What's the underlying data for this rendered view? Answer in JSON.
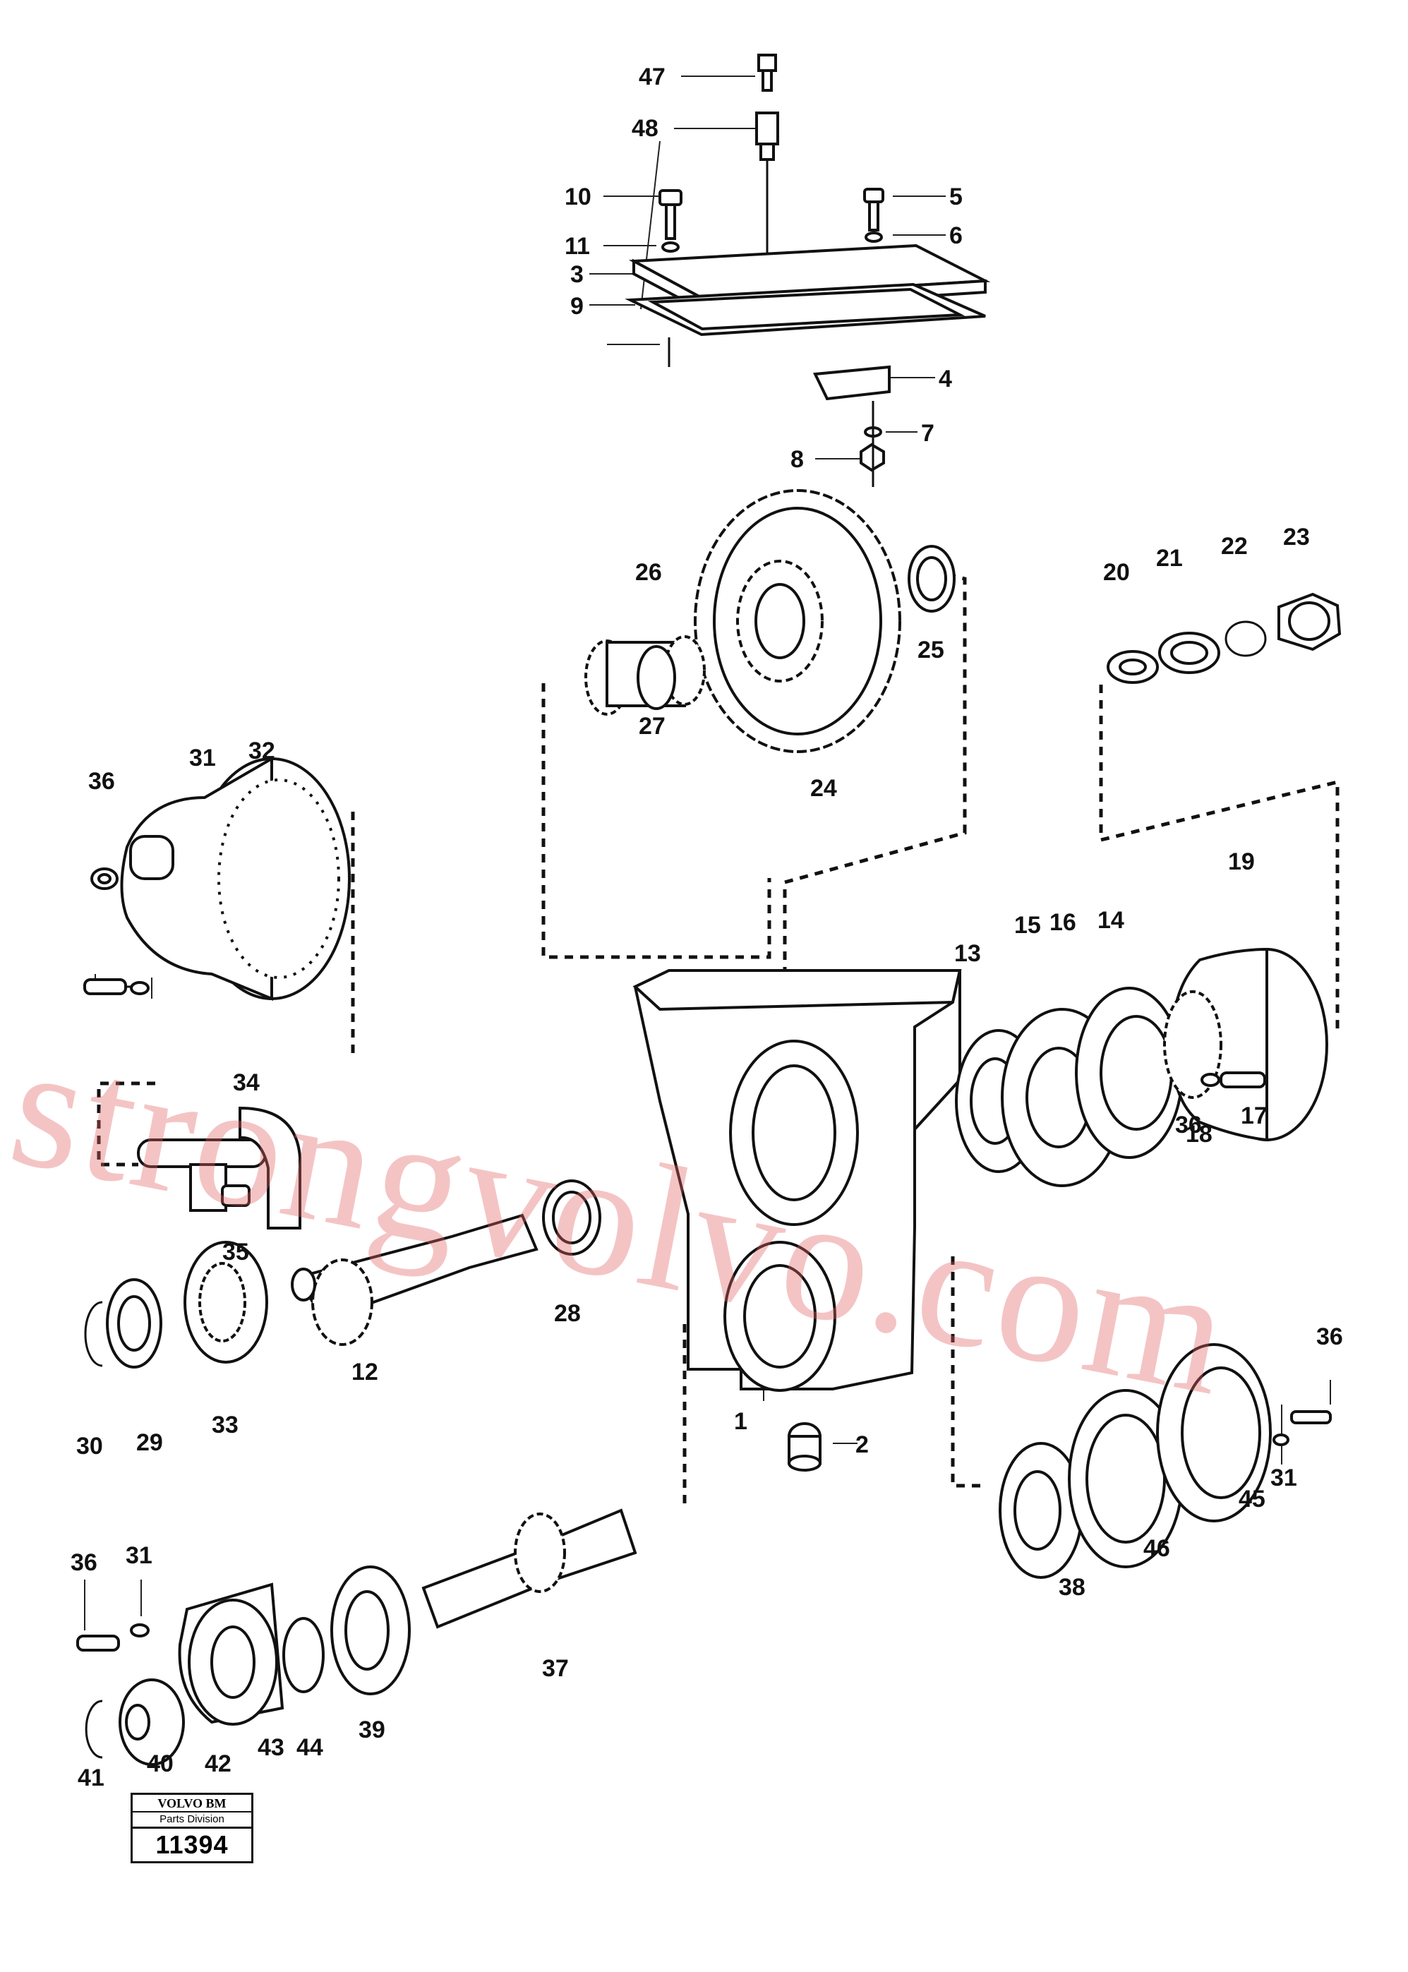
{
  "watermark": "strongvolvo.com",
  "logo": {
    "brand": "VOLVO BM",
    "subtitle": "Parts Division",
    "number": "11394"
  },
  "parts": [
    "47",
    "48",
    "10",
    "5",
    "11",
    "6",
    "3",
    "9",
    "4",
    "7",
    "8",
    "26",
    "25",
    "27",
    "24",
    "20",
    "21",
    "22",
    "23",
    "36",
    "31",
    "32",
    "19",
    "13",
    "15",
    "16",
    "14",
    "17",
    "18",
    "34",
    "35",
    "28",
    "12",
    "30",
    "29",
    "33",
    "1",
    "2",
    "38",
    "46",
    "45",
    "37",
    "39",
    "44",
    "43",
    "42",
    "40",
    "41"
  ]
}
